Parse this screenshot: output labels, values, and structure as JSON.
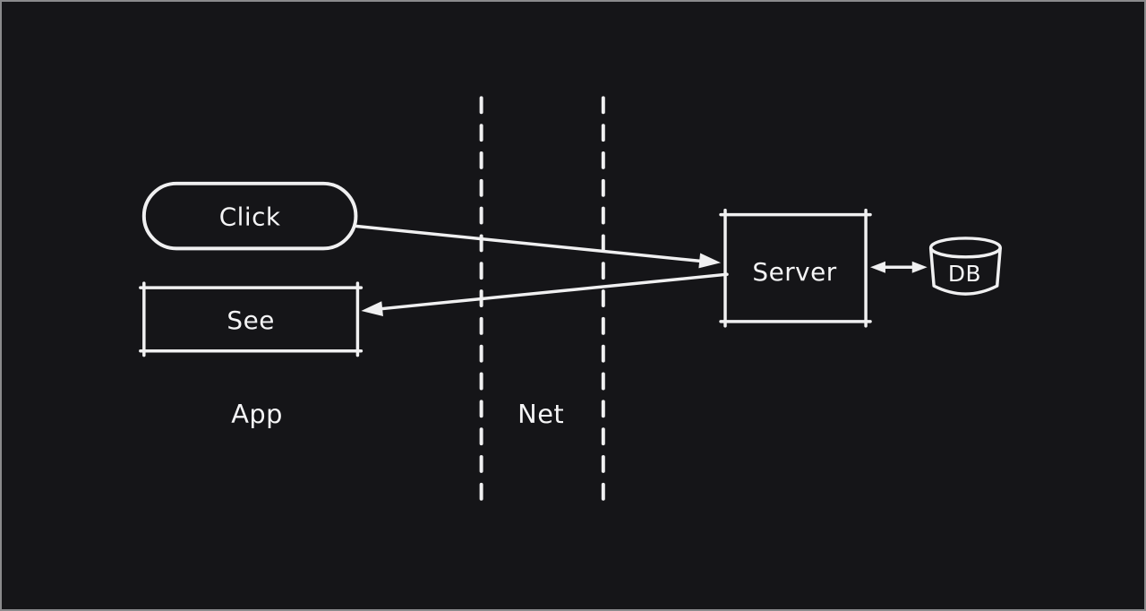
{
  "canvas": {
    "colors": {
      "background": "#151518",
      "stroke": "#f0f0f1",
      "text": "#f5f5f6",
      "border": "#8a8a8c"
    },
    "style": "hand-drawn whiteboard diagram, white strokes on dark background"
  },
  "nodes": {
    "click": {
      "label": "Click",
      "shape": "pill"
    },
    "see": {
      "label": "See",
      "shape": "rectangle"
    },
    "server": {
      "label": "Server",
      "shape": "rectangle"
    },
    "db": {
      "label": "DB",
      "shape": "cylinder"
    }
  },
  "zones": {
    "app": {
      "label": "App"
    },
    "net": {
      "label": "Net"
    }
  },
  "edges": [
    {
      "from": "Click",
      "to": "Server",
      "direction": "one-way"
    },
    {
      "from": "Server",
      "to": "See",
      "direction": "one-way"
    },
    {
      "from": "Server",
      "to": "DB",
      "direction": "two-way"
    }
  ]
}
